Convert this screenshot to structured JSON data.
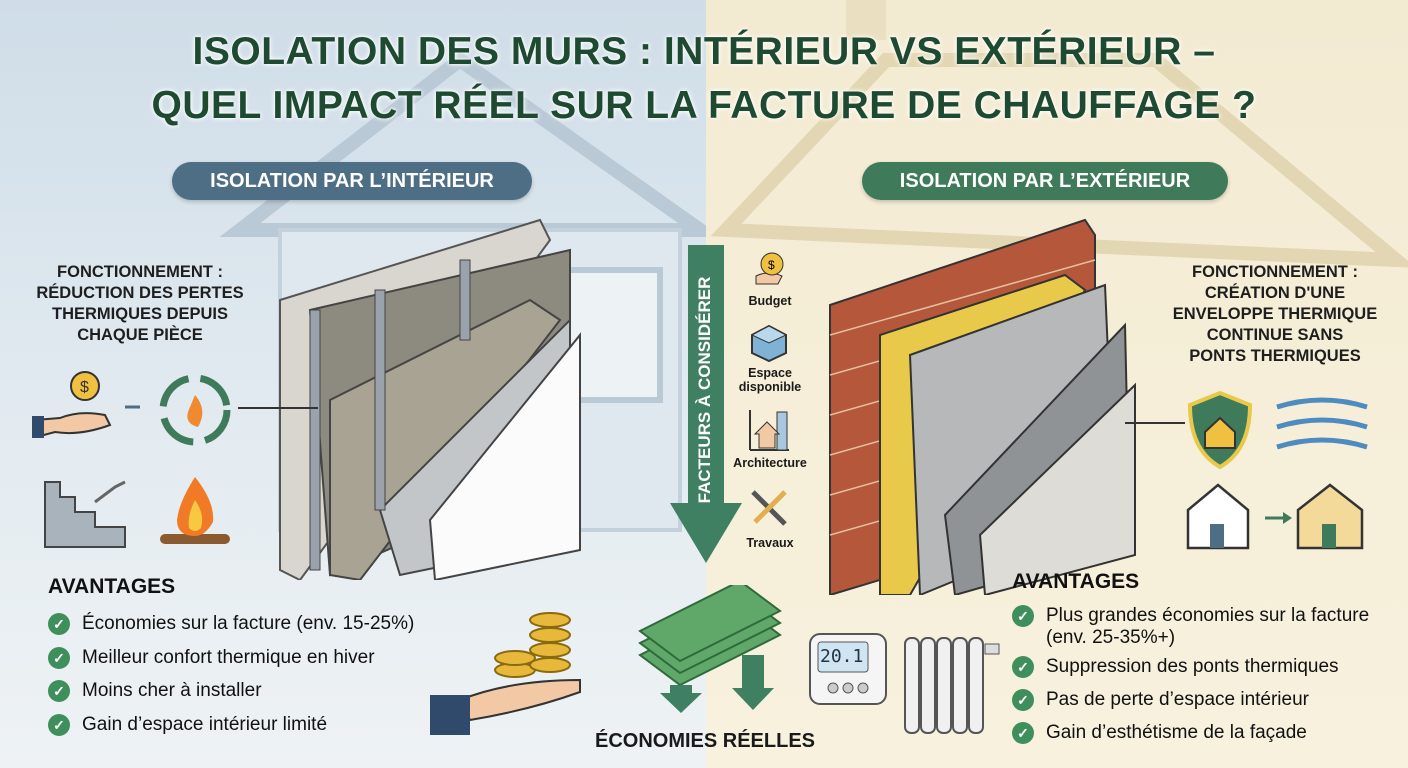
{
  "title": {
    "line1": "ISOLATION DES MURS : INTÉRIEUR VS EXTÉRIEUR –",
    "line2": "QUEL IMPACT RÉEL SUR LA FACTURE DE CHAUFFAGE ?"
  },
  "left": {
    "pill": "ISOLATION PAR L’INTÉRIEUR",
    "pill_color": "#4e6e86",
    "fonctionnement": [
      "FONCTIONNEMENT :",
      "RÉDUCTION DES PERTES",
      "THERMIQUES DEPUIS",
      "CHAQUE PIÈCE"
    ],
    "avantages_title": "AVANTAGES",
    "avantages": [
      "Économies sur la facture (env. 15-25%)",
      "Meilleur confort thermique en hiver",
      "Moins cher à installer",
      "Gain d’espace intérieur limité"
    ]
  },
  "right": {
    "pill": "ISOLATION PAR L’EXTÉRIEUR",
    "pill_color": "#3f7a5a",
    "fonctionnement": [
      "FONCTIONNEMENT :",
      "CRÉATION D'UNE",
      "ENVELOPPE THERMIQUE",
      "CONTINUE SANS",
      "PONTS THERMIQUES"
    ],
    "avantages_title": "AVANTAGES",
    "avantages": [
      "Plus grandes économies sur la facture (env. 25-35%+)",
      "Suppression des ponts thermiques",
      "Pas de perte d’espace intérieur",
      "Gain d’esthétisme de la façade"
    ],
    "thermostat": "20.1"
  },
  "center": {
    "arrow_label": "FACTEURS À CONSIDÉRER",
    "factors": [
      "Budget",
      "Espace disponible",
      "Architecture",
      "Travaux"
    ],
    "bottom": "ÉCONOMIES RÉELLES"
  },
  "colors": {
    "title": "#1d4a30",
    "check": "#3f8f5c",
    "arrow": "#3f7f62"
  }
}
